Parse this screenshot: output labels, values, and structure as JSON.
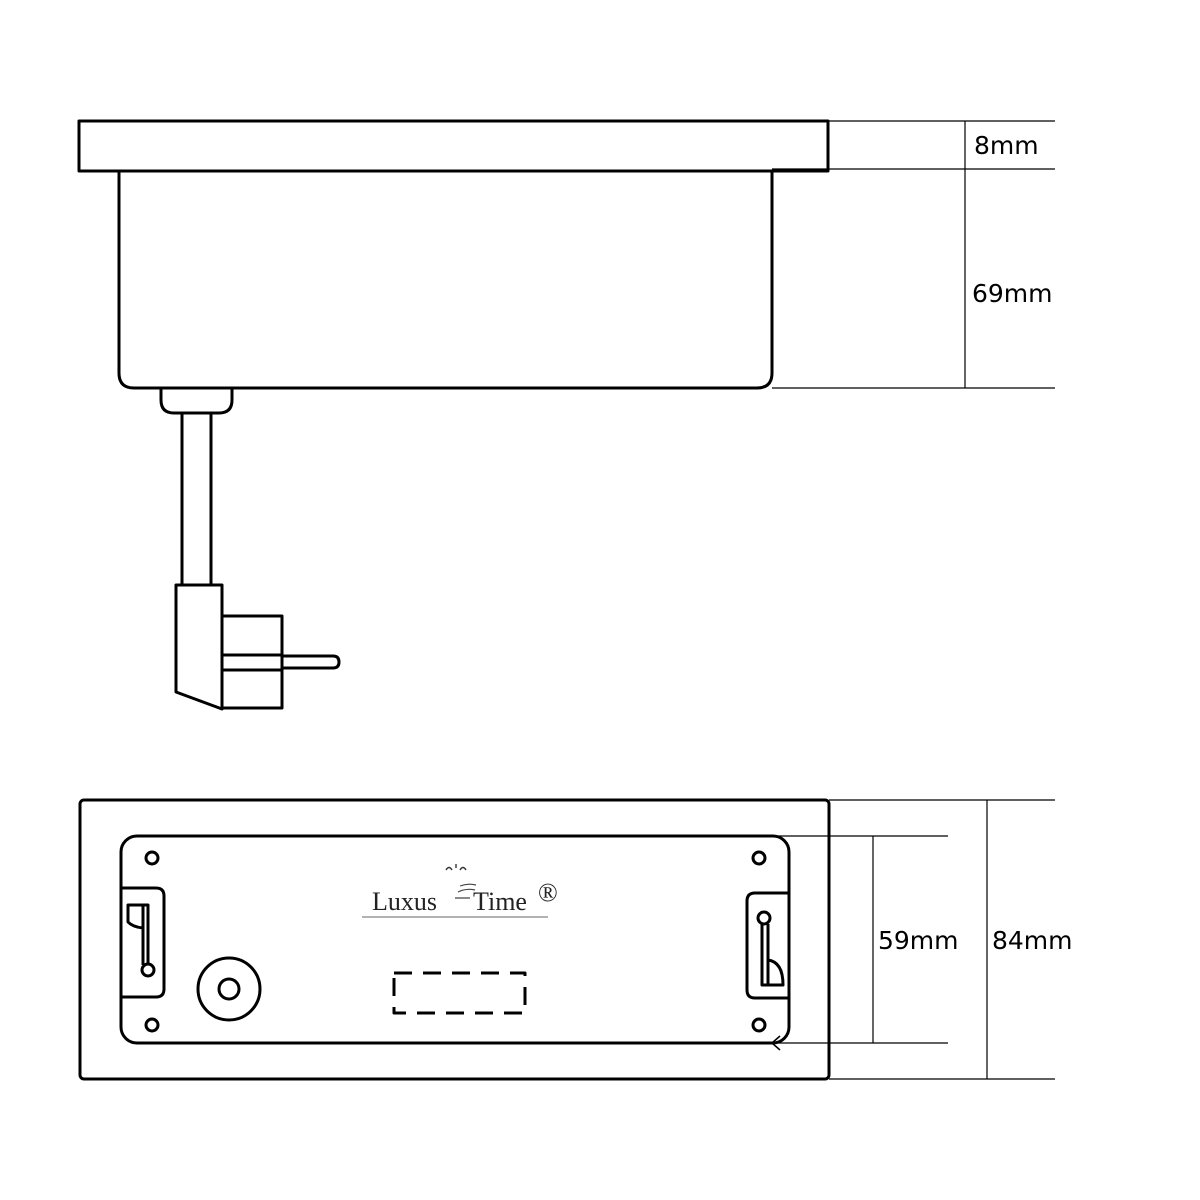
{
  "side_view": {
    "dimensions": {
      "plate_thickness": "8mm",
      "box_depth": "69mm"
    }
  },
  "top_view": {
    "logo": {
      "text_left": "Luxus",
      "text_right": "Time",
      "mark": "®"
    },
    "dimensions": {
      "inner_height": "59mm",
      "outer_height": "84mm"
    }
  },
  "colors": {
    "stroke": "#000000",
    "background": "#ffffff"
  }
}
